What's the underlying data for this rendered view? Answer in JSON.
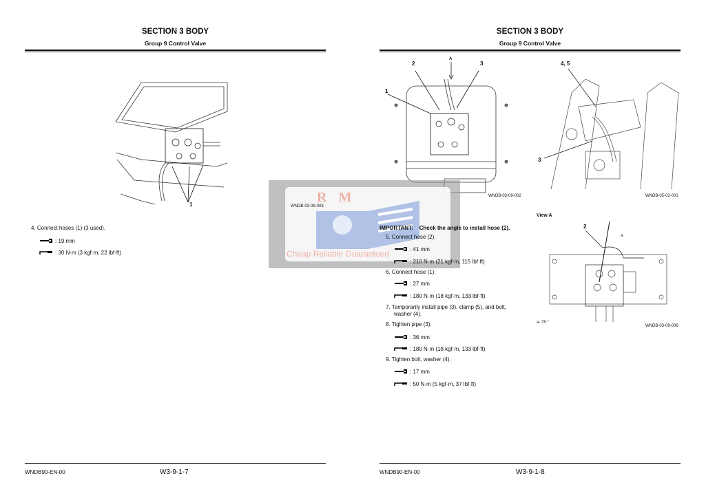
{
  "left_page": {
    "section": "SECTION 3 BODY",
    "group": "Group 9 Control Valve",
    "figure": {
      "caption": "WNDB-03-09-003",
      "labels": [
        "1"
      ]
    },
    "steps": [
      {
        "text": "4.  Connect hoses (1) (3 used).",
        "wrench": ": 19 mm",
        "torque": ": 30 N·m (3 kgf·m, 22 lbf·ft)"
      }
    ],
    "footer": {
      "doc": "WNDB90-EN-00",
      "page": "W3-9-1-7"
    }
  },
  "right_page": {
    "section": "SECTION 3 BODY",
    "group": "Group 9 Control Valve",
    "figure1": {
      "caption": "WNDB-03-09-002",
      "labels": [
        "1",
        "2",
        "3",
        "A"
      ]
    },
    "figure2": {
      "caption": "WNDB-05-02-001",
      "labels": [
        "4, 5",
        "3"
      ]
    },
    "figure3": {
      "title": "View A",
      "caption": "WNDB-03-09-006",
      "labels": [
        "2",
        "a"
      ],
      "note": "a-    75 °"
    },
    "important": {
      "label": "IMPORTANT:",
      "text": "Check the angle to install hose (2)."
    },
    "steps": [
      {
        "text": "5.  Connect hose (2).",
        "wrench": ": 41 mm",
        "torque": ": 210 N·m (21 kgf·m, 115 lbf·ft)"
      },
      {
        "text": "6.  Connect hose (1).",
        "wrench": ": 27 mm",
        "torque": ": 180 N·m (18 kgf·m, 133 lbf·ft)"
      },
      {
        "text": "7.  Temporarily install pipe (3), clamp (5), and bolt,",
        "text2": "washer (4)."
      },
      {
        "text": "8.  Tighten pipe (3).",
        "wrench": ": 36 mm",
        "torque": ": 180 N·m (18 kgf·m, 133 lbf·ft)"
      },
      {
        "text": "9.  Tighten bolt, washer (4).",
        "wrench": ": 17 mm",
        "torque": ": 50 N·m (5 kgf·m, 37 lbf·ft)"
      }
    ],
    "footer": {
      "doc": "WNDB90-EN-00",
      "page": "W3-9-1-8"
    }
  },
  "watermark": {
    "top": "R M",
    "bottom": "Cheap Reliable Guaranteed"
  }
}
